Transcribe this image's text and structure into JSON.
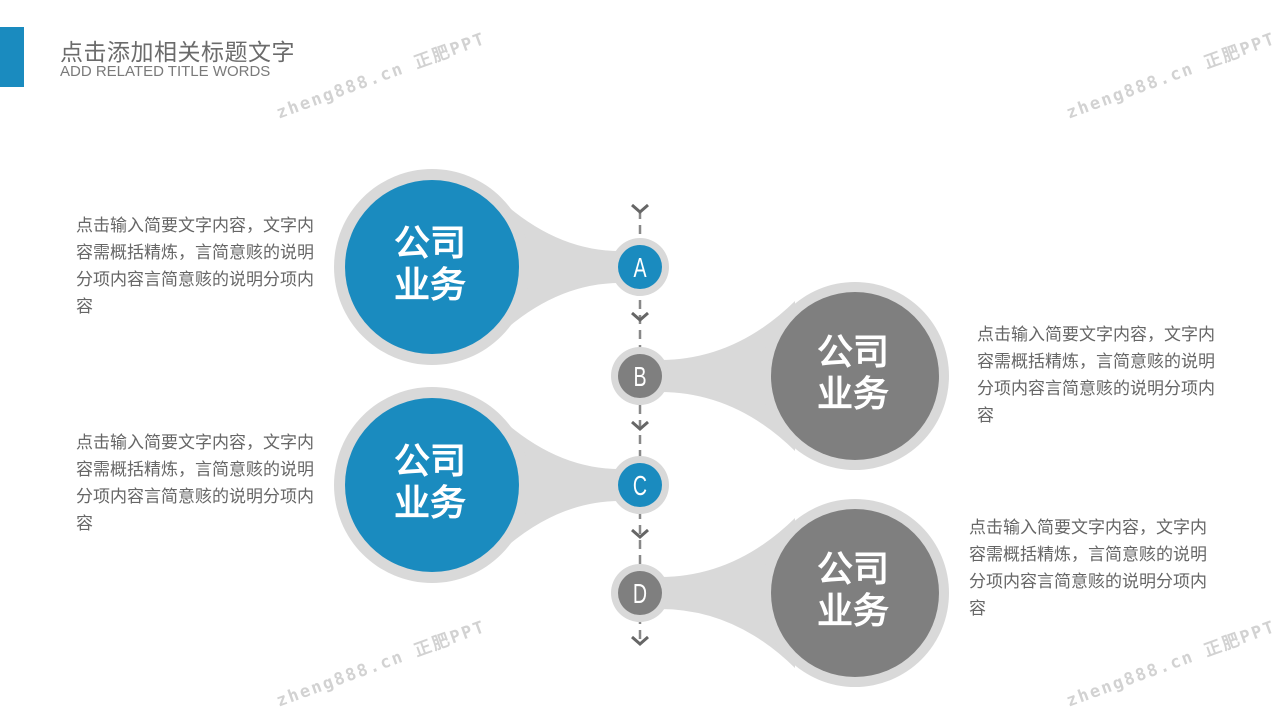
{
  "header": {
    "title": "点击添加相关标题文字",
    "subtitle": "ADD RELATED TITLE WORDS"
  },
  "colors": {
    "accent": "#1a8bbf",
    "gray_node": "#7f7f7f",
    "ring": "#d9d9d9"
  },
  "watermark": "zheng888.cn 正肥PPT",
  "nodes": [
    {
      "letter": "A",
      "color": "#1a8bbf",
      "label_line1": "公司",
      "label_line2": "业务",
      "description": "点击输入简要文字内容，文字内容需概括精炼，言简意赅的说明分项内容言简意赅的说明分项内容"
    },
    {
      "letter": "B",
      "color": "#7f7f7f",
      "label_line1": "公司",
      "label_line2": "业务",
      "description": "点击输入简要文字内容，文字内容需概括精炼，言简意赅的说明分项内容言简意赅的说明分项内容"
    },
    {
      "letter": "C",
      "color": "#1a8bbf",
      "label_line1": "公司",
      "label_line2": "业务",
      "description": "点击输入简要文字内容，文字内容需概括精炼，言简意赅的说明分项内容言简意赅的说明分项内容"
    },
    {
      "letter": "D",
      "color": "#7f7f7f",
      "label_line1": "公司",
      "label_line2": "业务",
      "description": "点击输入简要文字内容，文字内容需概括精炼，言简意赅的说明分项内容言简意赅的说明分项内容"
    }
  ]
}
